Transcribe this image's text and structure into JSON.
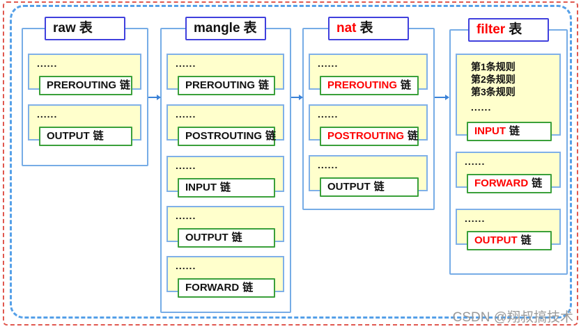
{
  "ellipsis": "......",
  "watermark": "CSDN @翔叔搞技术",
  "icons": {
    "flow_arrow": "right-arrow"
  },
  "colors": {
    "red_text": "#fe0000",
    "title_border": "#4040dd",
    "container_border": "#76ace6",
    "yellow_fill": "#ffffcc",
    "green_border": "#3aa03a",
    "arrow_blue": "#3b82d8",
    "outer_dashed_border": "#e0584f",
    "inner_dashed_border": "#55a0e8",
    "watermark_gray": "#9a9a9a"
  },
  "tables": [
    {
      "title_en": "raw",
      "title_zh": "表",
      "title_color": "black",
      "chains": [
        {
          "en": "PREROUTING",
          "zh": "链",
          "color": "black"
        },
        {
          "en": "OUTPUT",
          "zh": "链",
          "color": "black"
        }
      ]
    },
    {
      "title_en": "mangle",
      "title_zh": "表",
      "title_color": "black",
      "chains": [
        {
          "en": "PREROUTING",
          "zh": "链",
          "color": "black"
        },
        {
          "en": "POSTROUTING",
          "zh": "链",
          "color": "black"
        },
        {
          "en": "INPUT",
          "zh": "链",
          "color": "black"
        },
        {
          "en": "OUTPUT",
          "zh": "链",
          "color": "black"
        },
        {
          "en": "FORWARD",
          "zh": "链",
          "color": "black"
        }
      ]
    },
    {
      "title_en": "nat",
      "title_zh": "表",
      "title_color": "red",
      "chains": [
        {
          "en": "PREROUTING",
          "zh": "链",
          "color": "red"
        },
        {
          "en": "POSTROUTING",
          "zh": "链",
          "color": "red"
        },
        {
          "en": "OUTPUT",
          "zh": "链",
          "color": "black"
        }
      ]
    },
    {
      "title_en": "filter",
      "title_zh": "表",
      "title_color": "red",
      "rules": [
        "第1条规则",
        "第2条规则",
        "第3条规则"
      ],
      "chains": [
        {
          "en": "INPUT",
          "zh": "链",
          "color": "red"
        },
        {
          "en": "FORWARD",
          "zh": "链",
          "color": "red"
        },
        {
          "en": "OUTPUT",
          "zh": "链",
          "color": "red"
        }
      ]
    }
  ]
}
